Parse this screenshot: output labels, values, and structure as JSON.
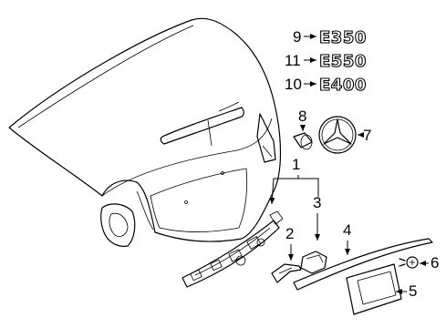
{
  "callouts": {
    "c1": "1",
    "c2": "2",
    "c3": "3",
    "c4": "4",
    "c5": "5",
    "c6": "6",
    "c7": "7",
    "c8": "8",
    "c9": "9",
    "c10": "10",
    "c11": "11"
  },
  "badges": {
    "e350": "E350",
    "e550": "E550",
    "e400": "E400"
  }
}
